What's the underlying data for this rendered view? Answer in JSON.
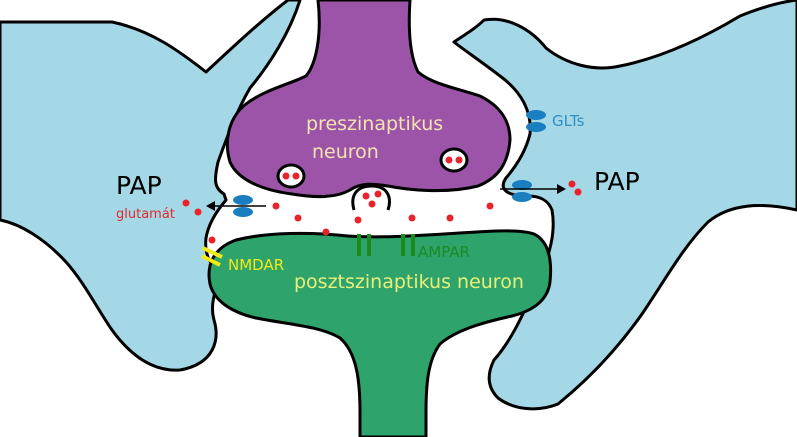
{
  "labels": {
    "pap_left": "PAP",
    "pap_right": "PAP",
    "glutamat": "glutamát",
    "presynaptic": [
      "preszinaptikus",
      "neuron"
    ],
    "postsynaptic": "posztszinaptikus neuron",
    "nmdar": "NMDAR",
    "ampar": "AMPAR",
    "glts": "GLTs"
  },
  "colors": {
    "astrocyte": "#a5d8e6",
    "presynaptic": "#9b54a8",
    "postsynaptic": "#2ea36b",
    "glutamate": "#e8232b",
    "transporter": "#1a7fc1",
    "nmdar": "#f2ea16",
    "ampar": "#1b8a1f",
    "outline": "#000000",
    "presynaptic_text": "#f5e3b0",
    "postsynaptic_text": "#e8f07a",
    "glts_text": "#2f8fc4",
    "glutamat_text": "#e02a2a"
  }
}
